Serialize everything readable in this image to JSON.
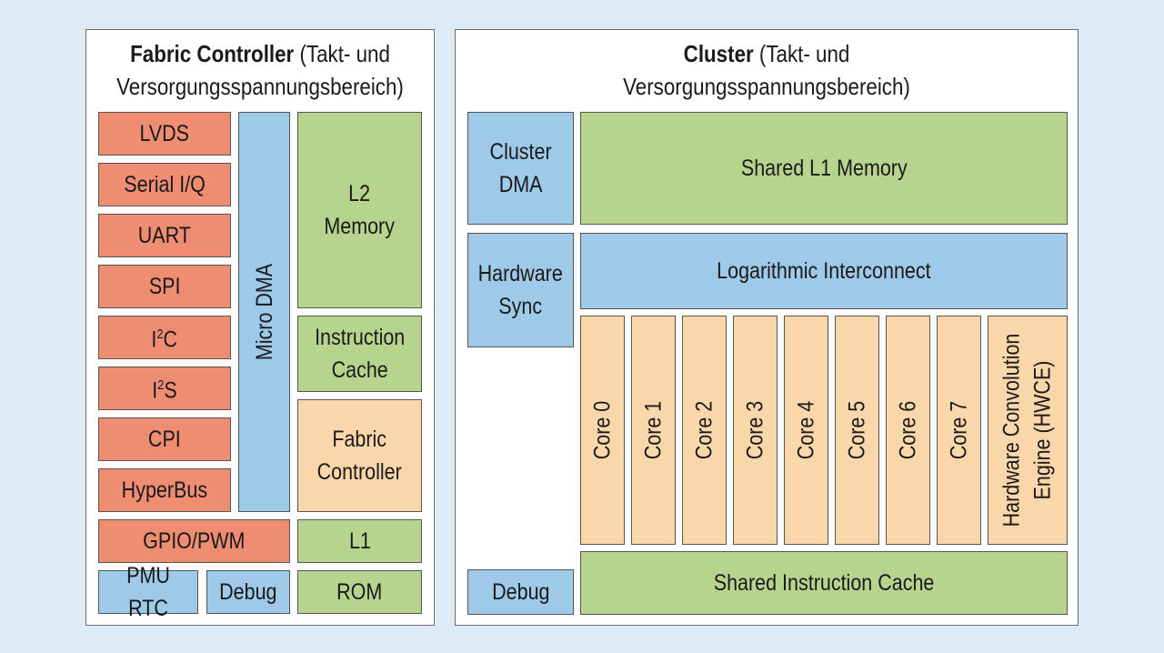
{
  "fabric": {
    "title_bold": "Fabric Controller",
    "title_rest": " (Takt- und",
    "title_line2": "Versorgungsspannungsbereich)",
    "peripherals": [
      "LVDS",
      "Serial I/Q",
      "UART",
      "SPI"
    ],
    "i2c": {
      "pre": "I",
      "sup": "2",
      "post": "C"
    },
    "i2s": {
      "pre": "I",
      "sup": "2",
      "post": "S"
    },
    "peripherals2": [
      "CPI",
      "HyperBus"
    ],
    "gpio": "GPIO/PWM",
    "pmu": "PMU RTC",
    "debug": "Debug",
    "micro_dma": "Micro DMA",
    "l2": "L2\nMemory",
    "icache": "Instruction\nCache",
    "fc": "Fabric\nController",
    "l1": "L1",
    "rom": "ROM"
  },
  "cluster": {
    "title_bold": "Cluster",
    "title_rest": " (Takt- und",
    "title_line2": "Versorgungsspannungsbereich)",
    "dma": "Cluster\nDMA",
    "sync": "Hardware\nSync",
    "l1_mem": "Shared L1 Memory",
    "interconnect": "Logarithmic Interconnect",
    "cores": [
      "Core 0",
      "Core 1",
      "Core 2",
      "Core 3",
      "Core 4",
      "Core 5",
      "Core 6",
      "Core 7"
    ],
    "hwce": "Hardware Convolution\nEngine (HWCE)",
    "icache": "Shared Instruction Cache",
    "debug": "Debug"
  },
  "colors": {
    "peripheral": "#ee8d72",
    "dma_sync": "#9ec9e8",
    "memory": "#b7d48f",
    "core": "#fad7ab",
    "background": "#dcebf5"
  }
}
